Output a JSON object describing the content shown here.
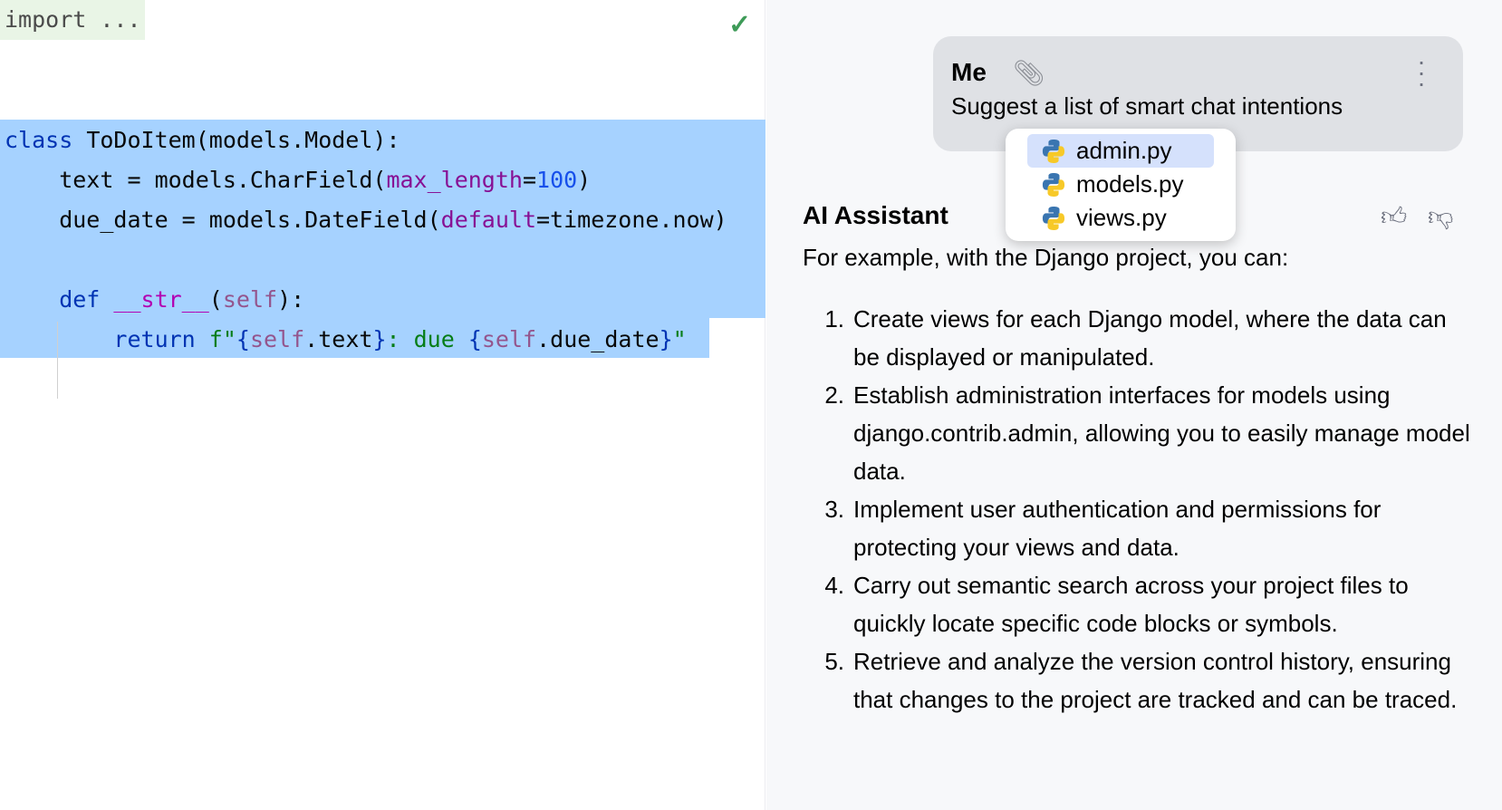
{
  "editor": {
    "import_line": "import ...",
    "status_icon": "check-icon",
    "lines": {
      "l1": {
        "kw": "class",
        "rest": " ToDoItem(models.Model):"
      },
      "l2": {
        "a": "    text = models.CharField(",
        "p": "max_length",
        "eq": "=",
        "n": "100",
        "b": ")"
      },
      "l3": {
        "a": "    due_date = models.DateField(",
        "p": "default",
        "b": "=timezone.now)"
      },
      "l4": {
        "kw": "    def ",
        "m": "__str__",
        "o": "(",
        "s": "self",
        "c": "):"
      },
      "l5": {
        "kw": "        return ",
        "f": "f\"",
        "o": "{",
        "s": "self",
        ".t": ".text",
        "c": "}",
        "str": ": due ",
        "o2": "{",
        "s2": "self",
        ".d": ".due_date",
        "c2": "}",
        "q": "\""
      }
    }
  },
  "chat": {
    "user_name": "Me",
    "prompt": "Suggest a list of smart chat intentions",
    "attachments": [
      "admin.py",
      "models.py",
      "views.py"
    ],
    "selected_attachment": "admin.py",
    "assistant_name": "AI Assistant",
    "intro": "For example, with the Django project, you can:",
    "items": [
      "Create views for each Django model, where the data can be displayed or manipulated.",
      "Establish administration interfaces for models using django.contrib.admin, allowing you to easily manage model data.",
      "Implement user authentication and permissions for protecting your views and data.",
      "Carry out semantic search across your project files to quickly locate specific code blocks or symbols.",
      "Retrieve and analyze the version control history, ensuring that changes to the project are tracked and can be traced."
    ],
    "numbers": [
      "1.",
      "2.",
      "3.",
      "4.",
      "5."
    ],
    "colors": {
      "bubble": "#dfe1e5",
      "highlight": "#d5e1fc",
      "selection": "#a6d2ff"
    }
  }
}
